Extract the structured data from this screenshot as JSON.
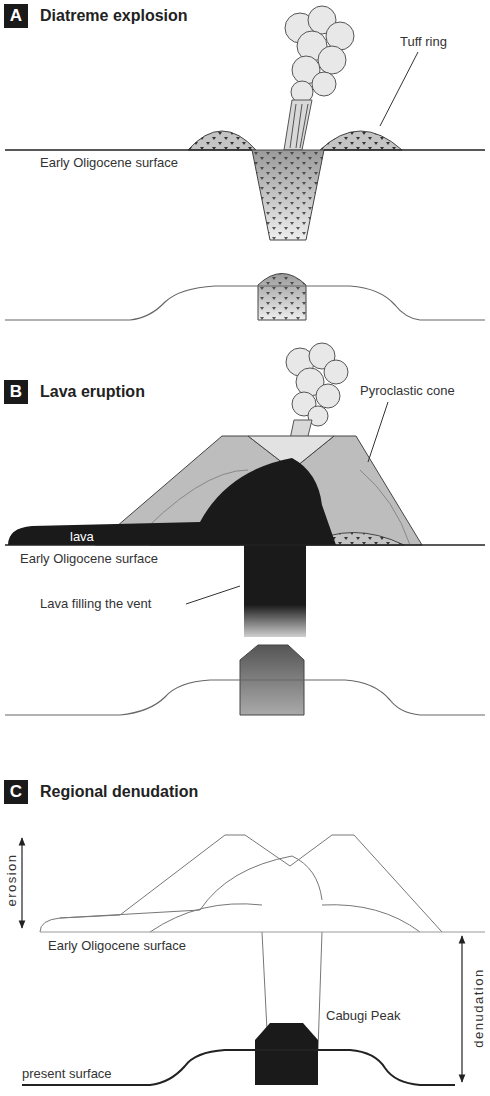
{
  "diagram": {
    "nodes": [
      {
        "text": [
          "A",
          "Diatreme explosion"
        ]
      },
      {
        "text": [
          "B",
          "Lava eruption"
        ]
      },
      {
        "text": [
          "C",
          "Regional denudation"
        ]
      }
    ],
    "labels": [
      "Tuff ring",
      "Early Oligocene surface",
      "Pyroclastic cone",
      "lava",
      "Early Oligocene surface",
      "Lava filling the vent",
      "erosion",
      "Early Oligocene surface",
      "denudation",
      "Cabugi Peak",
      "present surface"
    ]
  }
}
